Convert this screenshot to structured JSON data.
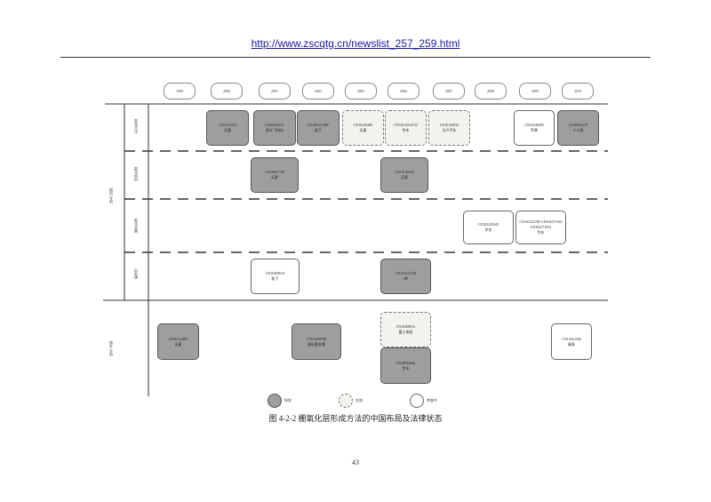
{
  "header": {
    "url": "http://www.zscqtg.cn/newslist_257_259.html"
  },
  "years": [
    "1999",
    "2000",
    "2001",
    "2003",
    "2005",
    "2006",
    "2007",
    "2008",
    "2009",
    "2010"
  ],
  "side_labels": {
    "outer_top": "国内 专利",
    "outer_bottom": "国外 专利",
    "rows": [
      "氧化方法",
      "氧化材料",
      "氧化设备",
      "后处理"
    ]
  },
  "boxes": [
    {
      "id": "CN1012334",
      "owner": "无意",
      "style": "grey"
    },
    {
      "id": "CN1003221C",
      "owner": "航天飞科技",
      "style": "grey"
    },
    {
      "id": "CN1002273BC",
      "owner": "松下",
      "style": "grey"
    },
    {
      "id": "CN10126206",
      "owner": "无意",
      "style": "dash"
    },
    {
      "id": "CN10133A4732",
      "owner": "华东",
      "style": "dash"
    },
    {
      "id": "CN10129832",
      "owner": "日产汽车",
      "style": "dash"
    },
    {
      "id": "CN10240483",
      "owner": "苹果",
      "style": "white"
    },
    {
      "id": "CN10065278",
      "owner": "十二院",
      "style": "grey"
    },
    {
      "id": "CN10051780",
      "owner": "无意",
      "style": "grey"
    },
    {
      "id": "CN10130420",
      "owner": "无意",
      "style": "grey"
    },
    {
      "id": "CN102225943",
      "owner": "华东",
      "style": "white"
    },
    {
      "id": "CN102322785 CN102371922 CN102371933",
      "owner": "华东",
      "style": "white"
    },
    {
      "id": "CN10369614",
      "owner": "松下",
      "style": "white"
    },
    {
      "id": "CN101311278",
      "owner": "HP",
      "style": "grey"
    },
    {
      "id": "CN10124485",
      "owner": "无意",
      "style": "grey"
    },
    {
      "id": "CN10439700",
      "owner": "国际重金属",
      "style": "grey"
    },
    {
      "id": "CN10360812",
      "owner": "富士电机",
      "style": "dash"
    },
    {
      "id": "CN10032666",
      "owner": "华东",
      "style": "grey"
    },
    {
      "id": "CN10412206",
      "owner": "福耳",
      "style": "white"
    }
  ],
  "legend": [
    "授权",
    "失效",
    "审查中"
  ],
  "caption": "图 4-2-2 栅氧化层形成方法的中国布局及法律状态",
  "page_number": "43"
}
